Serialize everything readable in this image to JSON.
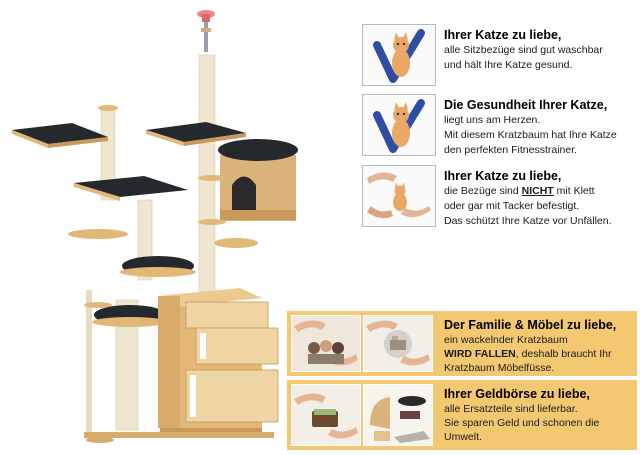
{
  "features": [
    {
      "title": "Ihrer Katze zu liebe,",
      "lines": [
        "alle Sitzbezüge sind gut waschbar",
        "und hält Ihre Katze gesund."
      ]
    },
    {
      "title": "Die Gesundheit Ihrer Katze,",
      "lines": [
        "liegt uns am Herzen.",
        "Mit diesem Kratzbaum hat Ihre Katze",
        "den perfekten Fitnesstrainer."
      ]
    },
    {
      "title": "Ihrer Katze zu liebe,",
      "line1_pre": "die Bezüge sind ",
      "line1_em": "NICHT",
      "line1_post": " mit Klett",
      "lines": [
        "oder gar mit Tacker befestigt.",
        "Das schützt Ihre Katze vor Unfällen."
      ]
    }
  ],
  "panels": [
    {
      "title": "Der Familie & Möbel zu liebe,",
      "line1": "ein wackelnder Kratzbaum",
      "line2_em": "WIRD FALLEN",
      "line2_post": ", deshalb braucht Ihr",
      "line3": "Kratzbaum Möbelfüsse."
    },
    {
      "title": "Ihrer Geldbörse zu liebe,",
      "lines": [
        "alle Ersatzteile sind lieferbar.",
        "Sie sparen Geld und schonen die",
        "Umwelt."
      ]
    }
  ],
  "colors": {
    "panel_bg": "#f3c870",
    "wood": "#e2b877",
    "sisal": "#efe6cf",
    "cushion": "#25282d"
  }
}
